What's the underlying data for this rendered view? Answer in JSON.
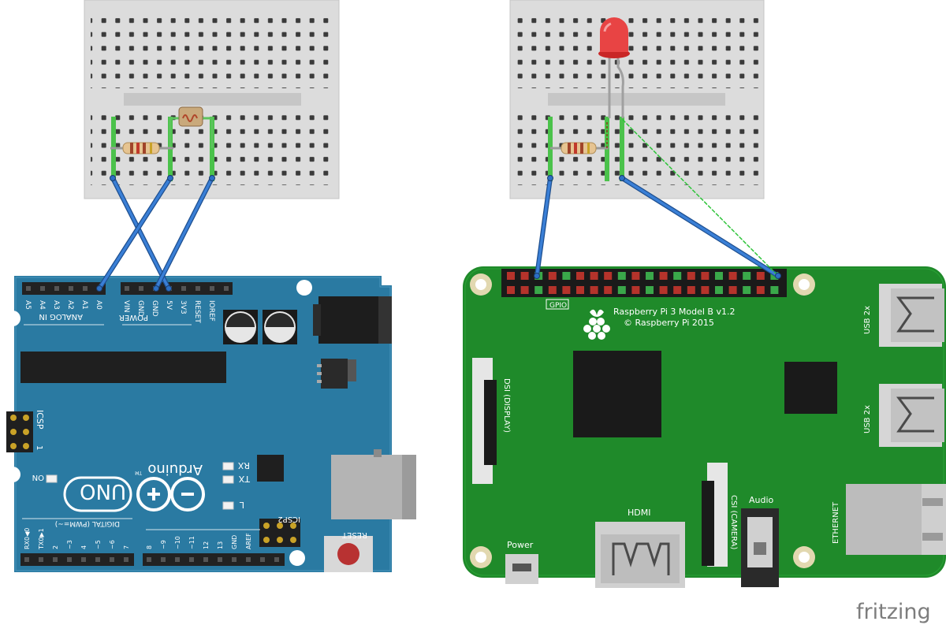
{
  "arduino": {
    "analog_header": [
      "A5",
      "A4",
      "A3",
      "A2",
      "A1",
      "A0"
    ],
    "analog_in_label": "ANALOG IN",
    "power_header": [
      "VIN",
      "GND",
      "GND",
      "5V",
      "3V3",
      "RESET",
      "IOREF"
    ],
    "power_label": "POWER",
    "icsp_label": "ICSP",
    "icsp_pin_number": "1",
    "icsp2_label": "ICSP2",
    "brand_label": "Arduino",
    "tm_label": "TM",
    "uno_label": "UNO",
    "on_label": "ON",
    "rx_label": "RX",
    "tx_label": "TX",
    "l_label": "L",
    "reset_label": "RESET",
    "digital_label": "DIGITAL (PWM=~)",
    "digital_pins": [
      "RX0◀0",
      "TX0▶1",
      "2",
      "~3",
      "4",
      "~5",
      "~6",
      "7",
      "8",
      "~9",
      "~10",
      "~11",
      "12",
      "13",
      "GND",
      "AREF"
    ],
    "colors": {
      "board": "#2a7aa2",
      "board_dark": "#1d5c80",
      "header": "#222222"
    }
  },
  "raspberry_pi": {
    "gpio_label": "GPIO",
    "model_label": "Raspberry Pi 3 Model B v1.2",
    "copyright_label": "© Raspberry Pi 2015",
    "dsi_label": "DSI (DISPLAY)",
    "csi_label": "CSI (CAMERA)",
    "hdmi_label": "HDMI",
    "power_label": "Power",
    "audio_label": "Audio",
    "usb_labels": [
      "USB 2x",
      "USB 2x"
    ],
    "ethernet_label": "ETHERNET",
    "colors": {
      "board": "#1f8a2a",
      "board_edge": "#167020",
      "pin_red": "#b5332b",
      "pin_green": "#3aa84a"
    }
  },
  "wires": {
    "colors": {
      "blue": "#2f6fc4",
      "green_dashed": "#2ec43a",
      "breadboard_link": "#5cc45c"
    }
  },
  "watermark": "fritzing"
}
